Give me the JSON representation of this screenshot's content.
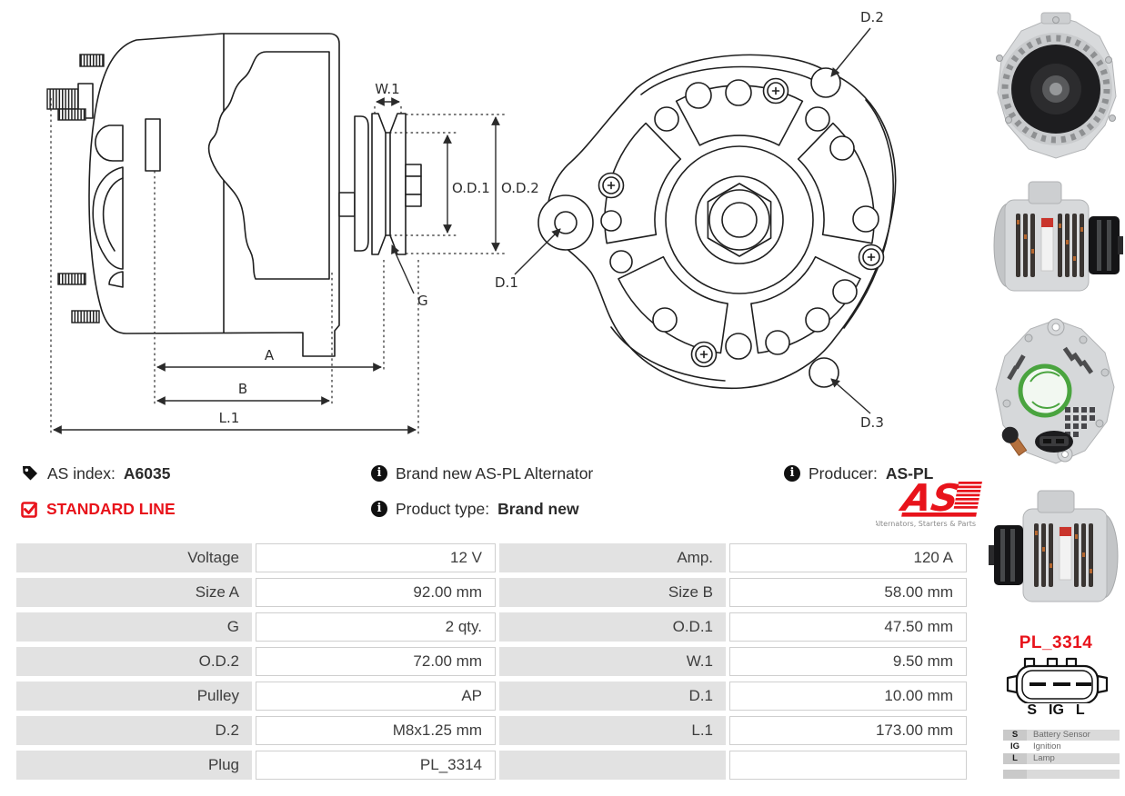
{
  "info": {
    "as_index_label": "AS index:",
    "as_index_value": "A6035",
    "standard_line": "STANDARD LINE",
    "brand_new_text": "Brand new AS-PL Alternator",
    "product_type_label": "Product type:",
    "product_type_value": "Brand new",
    "producer_label": "Producer:",
    "producer_value": "AS-PL",
    "logo": {
      "text": "AS",
      "tagline": "Alternators, Starters & Parts"
    }
  },
  "diagram": {
    "labels": {
      "w1": "W.1",
      "od1": "O.D.1",
      "od2": "O.D.2",
      "g": "G",
      "a": "A",
      "b": "B",
      "l1": "L.1",
      "d1": "D.1",
      "d2": "D.2",
      "d3": "D.3"
    }
  },
  "specs": {
    "rows": [
      {
        "l1": "Voltage",
        "v1": "12 V",
        "l2": "Amp.",
        "v2": "120 A"
      },
      {
        "l1": "Size A",
        "v1": "92.00 mm",
        "l2": "Size B",
        "v2": "58.00 mm"
      },
      {
        "l1": "G",
        "v1": "2 qty.",
        "l2": "O.D.1",
        "v2": "47.50 mm"
      },
      {
        "l1": "O.D.2",
        "v1": "72.00 mm",
        "l2": "W.1",
        "v2": "9.50 mm"
      },
      {
        "l1": "Pulley",
        "v1": "AP",
        "l2": "D.1",
        "v2": "10.00 mm"
      },
      {
        "l1": "D.2",
        "v1": "M8x1.25 mm",
        "l2": "L.1",
        "v2": "173.00 mm"
      },
      {
        "l1": "Plug",
        "v1": "PL_3314",
        "l2": "",
        "v2": ""
      }
    ]
  },
  "sidebar": {
    "plug_name": "PL_3314",
    "pins": [
      "S",
      "IG",
      "L"
    ],
    "legend": [
      {
        "key": "S",
        "desc": "Battery Sensor"
      },
      {
        "key": "IG",
        "desc": "Ignition"
      },
      {
        "key": "L",
        "desc": "Lamp"
      }
    ]
  },
  "colors": {
    "accent_red": "#e8131b",
    "line": "#1f1f1f",
    "table_label_bg": "#e2e2e2",
    "legend_bg": "#d9d9d9"
  }
}
